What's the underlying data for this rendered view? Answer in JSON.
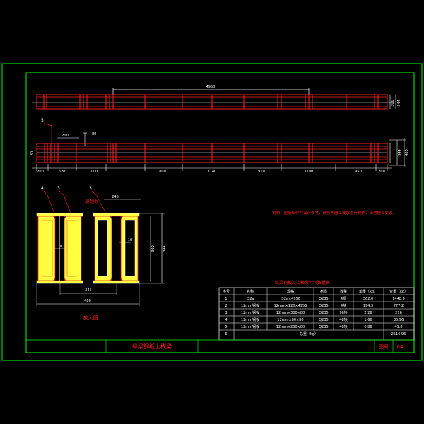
{
  "colors": {
    "background": "#000000",
    "frame": "#00ff00",
    "line": "#ffffff",
    "beam": "#ff2020",
    "label": "#ffffff",
    "note": "#ff2020",
    "section_fill": "#ffff40"
  },
  "elevation": {
    "total_length": "4950",
    "height_label": "300",
    "height_label_total": "344"
  },
  "plan": {
    "callout_5": "5",
    "callout_dim": "200",
    "width_label": "80",
    "depth_labels": [
      "344",
      "480"
    ],
    "bottom_dims": [
      "200",
      "950",
      "1000",
      "800",
      "1140",
      "910",
      "1180",
      "950",
      "200"
    ],
    "left_dim": "80"
  },
  "section": {
    "callout_4": "4",
    "callout_3a": "3",
    "callout_3b": "3",
    "note_label": "加劲肋",
    "web_label": "10",
    "web_label_right": "10",
    "top_width": "245",
    "inner_width": "245",
    "bottom_width": "480",
    "height_inner": "300",
    "height_outer": "344",
    "title": "放大图"
  },
  "note": "说明：图纸仅作为设计参考，请按照施工要求进行制作，请勿擅自更改。",
  "table": {
    "caption": "纵梁钢板及上横梁材料数量表",
    "headers": [
      "序号",
      "名称",
      "规格",
      "材质",
      "数量",
      "单重（kg）",
      "合重（kg）"
    ],
    "rows": [
      [
        "1",
        "I32a",
        "I32a×4950",
        "Q235",
        "4根",
        "362.0",
        "1448.0"
      ],
      [
        "2",
        "12mm钢板",
        "12mm×120×4950",
        "Q235",
        "4块",
        "194.3",
        "777.2"
      ],
      [
        "3",
        "12mm钢板",
        "12mm×300×80",
        "Q235",
        "96块",
        "2.26",
        "216"
      ],
      [
        "4",
        "12mm钢板",
        "12mm×80×80",
        "Q235",
        "48块",
        "1.66",
        "33.96"
      ],
      [
        "5",
        "12mm钢板",
        "12mm×200×80",
        "Q235",
        "48块",
        "0.86",
        "41.8"
      ],
      [
        "6",
        "",
        "总重（kg）",
        "",
        "",
        "",
        "2516.96"
      ]
    ]
  },
  "titleblock": {
    "drawing_title": "纵梁钢板上横梁",
    "sheet_label": "图号",
    "sheet_no": "04"
  }
}
